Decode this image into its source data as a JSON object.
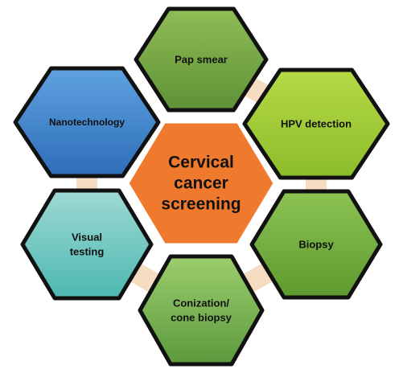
{
  "center": {
    "lines": [
      "Cervical",
      "cancer",
      "screening"
    ],
    "color": "#ef7a2e"
  },
  "nodes": [
    {
      "id": "pap",
      "lines": [
        "Pap smear"
      ],
      "color_top": "#8fbd55",
      "color_bottom": "#5f9136"
    },
    {
      "id": "hpv",
      "lines": [
        "HPV detection"
      ],
      "color_top": "#b6da47",
      "color_bottom": "#8cbc2a"
    },
    {
      "id": "biopsy",
      "lines": [
        "Biopsy"
      ],
      "color_top": "#8cc353",
      "color_bottom": "#5e9a2f"
    },
    {
      "id": "conization",
      "lines": [
        "Conization/",
        "cone biopsy"
      ],
      "color_top": "#9ccd6d",
      "color_bottom": "#5b9a3d"
    },
    {
      "id": "visual",
      "lines": [
        "Visual",
        "testing"
      ],
      "color_top": "#9fd9d4",
      "color_bottom": "#4cb8b0"
    },
    {
      "id": "nano",
      "lines": [
        "Nanotechnology"
      ],
      "color_top": "#5fa2e0",
      "color_bottom": "#2d6eb8"
    }
  ],
  "connector_color": "#f6dcc1",
  "outline_color": "#111111"
}
